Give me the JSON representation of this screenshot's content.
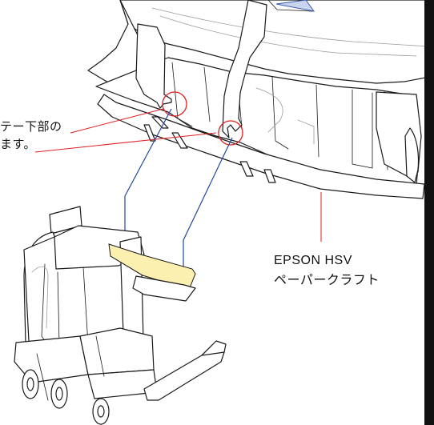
{
  "callouts": {
    "left_line1": "テー下部の",
    "left_line2": "ます。",
    "right_line1": "EPSON HSV",
    "right_line2": "ペーパークラフト"
  },
  "colors": {
    "callout_circle": "#e02020",
    "callout_leader": "#e02020",
    "guide_arrow": "#2346a0",
    "highlight_part": "#fbf0b0",
    "page_border": "#111111"
  },
  "icons": {
    "left_marker": "red-circle-marker",
    "right_marker": "red-circle-marker",
    "arrows": "blue-down-arrow"
  }
}
